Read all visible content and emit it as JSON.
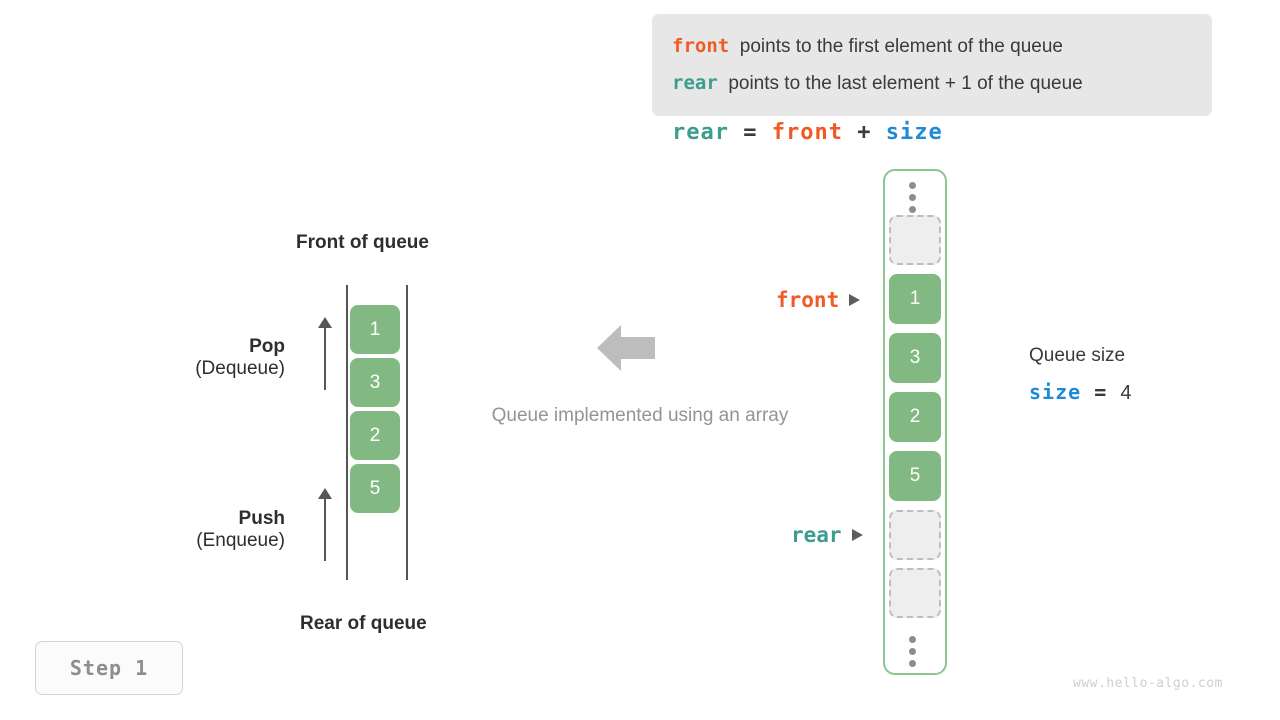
{
  "note": {
    "line1": {
      "keyword": "front",
      "text": "points to the first element of the queue"
    },
    "line2": {
      "keyword": "rear",
      "text": "points to the last element + 1 of the queue"
    },
    "background_color": "#e7e7e7"
  },
  "formula": {
    "lhs": "rear",
    "equals": "=",
    "operand1": "front",
    "plus": "+",
    "operand2": "size"
  },
  "colors": {
    "front": "#f05a24",
    "rear": "#3c9d8e",
    "size": "#1f8ad6",
    "cell_fill": "#82b882",
    "empty_cell_fill": "#eeeeee",
    "container_border": "#8cc68c",
    "muted_text": "#949494"
  },
  "left_queue": {
    "top_label": "Front of queue",
    "bottom_label": "Rear of queue",
    "cells": [
      "1",
      "3",
      "2",
      "5"
    ],
    "pop": {
      "title": "Pop",
      "subtitle": "(Dequeue)"
    },
    "push": {
      "title": "Push",
      "subtitle": "(Enqueue)"
    }
  },
  "middle": {
    "caption": "Queue implemented using an array",
    "arrow_direction": "left"
  },
  "array": {
    "top_ellipsis": "vertical-dots",
    "bottom_ellipsis": "vertical-dots",
    "slots": [
      {
        "type": "empty",
        "value": ""
      },
      {
        "type": "filled",
        "value": "1"
      },
      {
        "type": "filled",
        "value": "3"
      },
      {
        "type": "filled",
        "value": "2"
      },
      {
        "type": "filled",
        "value": "5"
      },
      {
        "type": "empty",
        "value": ""
      },
      {
        "type": "empty",
        "value": ""
      }
    ],
    "pointers": {
      "front_label": "front",
      "rear_label": "rear"
    }
  },
  "queue_size": {
    "title": "Queue size",
    "var": "size",
    "equals": "=",
    "value": "4"
  },
  "step_badge": {
    "label": "Step 1"
  },
  "watermark": {
    "text": "www.hello-algo.com"
  }
}
